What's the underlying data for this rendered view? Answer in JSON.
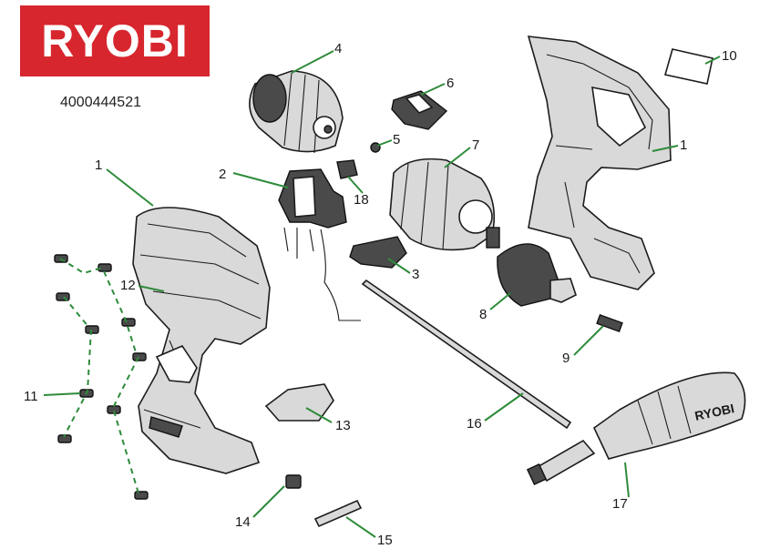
{
  "brand": {
    "logo_text": "RYOBI",
    "color": "#d7262e"
  },
  "part_number": "4000444521",
  "leader_color": "#2e8b3a",
  "callouts": [
    {
      "num": "1"
    },
    {
      "num": "2"
    },
    {
      "num": "3"
    },
    {
      "num": "4"
    },
    {
      "num": "5"
    },
    {
      "num": "6"
    },
    {
      "num": "7"
    },
    {
      "num": "8"
    },
    {
      "num": "9"
    },
    {
      "num": "10"
    },
    {
      "num": "1"
    },
    {
      "num": "11"
    },
    {
      "num": "12"
    },
    {
      "num": "13"
    },
    {
      "num": "14"
    },
    {
      "num": "15"
    },
    {
      "num": "16"
    },
    {
      "num": "17"
    },
    {
      "num": "18"
    }
  ],
  "handle_logo_text": "RYOBI"
}
